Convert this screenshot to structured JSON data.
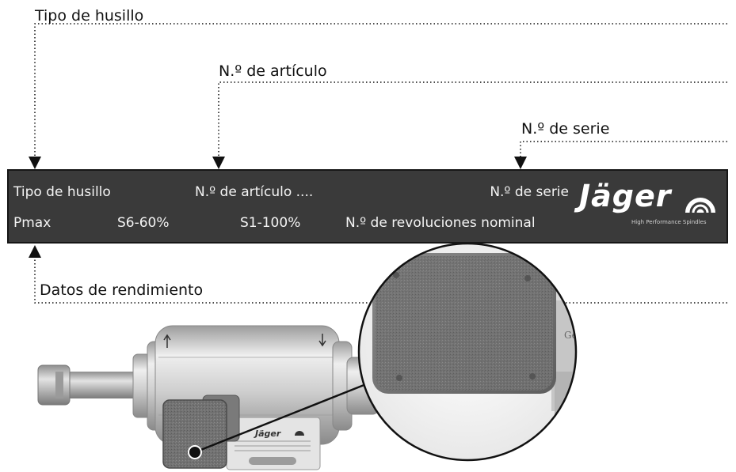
{
  "callouts": {
    "spindle_type": "Tipo de husillo",
    "article_no": "N.º de artículo",
    "serial_no": "N.º de serie",
    "performance": "Datos de rendimiento"
  },
  "plate": {
    "row1": {
      "spindle_type": "Tipo de husillo",
      "article_no": "N.º de artículo ....",
      "serial_no": "N.º de serie"
    },
    "row2": {
      "pmax": "Pmax",
      "s6": "S6-60%",
      "s1": "S1-100%",
      "nominal_speed": "N.º de revoluciones nominal"
    },
    "brand": {
      "name": "Jäger",
      "tagline": "High Performance Spindles"
    }
  },
  "spindle_label": {
    "brand": "Jäger",
    "side_text": "Gem"
  },
  "colors": {
    "plate_background": "#3a3a3a",
    "plate_text": "#f4f4f4",
    "housing": "#c9c9c9"
  }
}
